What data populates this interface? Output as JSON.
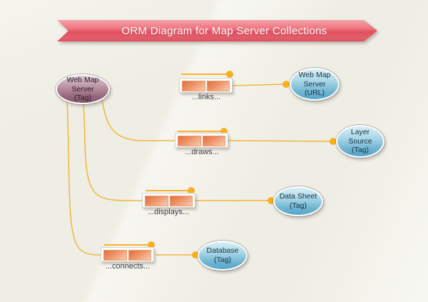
{
  "banner": {
    "title": "ORM Diagram for Map Server Collections"
  },
  "colors": {
    "banner_red": "#e05160",
    "connector_orange": "#f3b43e",
    "dot_orange": "#fcb014",
    "role_fill_dark": "#e06e3e",
    "role_fill_light": "#f9cdb2",
    "entity_blue_light": "#d9eff6",
    "entity_blue_dark": "#55a5c8",
    "entity_maroon_light": "#dbc8d1",
    "entity_maroon_dark": "#855369",
    "background": "#efeee4"
  },
  "diagram": {
    "entities": [
      {
        "id": "web-map-server-tag",
        "label": "Web Map\nServer\n(Tag)"
      },
      {
        "id": "web-map-server-url",
        "label": "Web Map\nServer\n(URL)"
      },
      {
        "id": "layer-source-tag",
        "label": "Layer\nSource\n(Tag)"
      },
      {
        "id": "data-sheet-tag",
        "label": "Data Sheet\n(Tag)"
      },
      {
        "id": "database-tag",
        "label": "Database\n(Tag)"
      }
    ],
    "predicates": [
      {
        "id": "links",
        "label": "...links..."
      },
      {
        "id": "draws",
        "label": "...draws..."
      },
      {
        "id": "displays",
        "label": "...displays..."
      },
      {
        "id": "connects",
        "label": "...connects..."
      }
    ]
  }
}
